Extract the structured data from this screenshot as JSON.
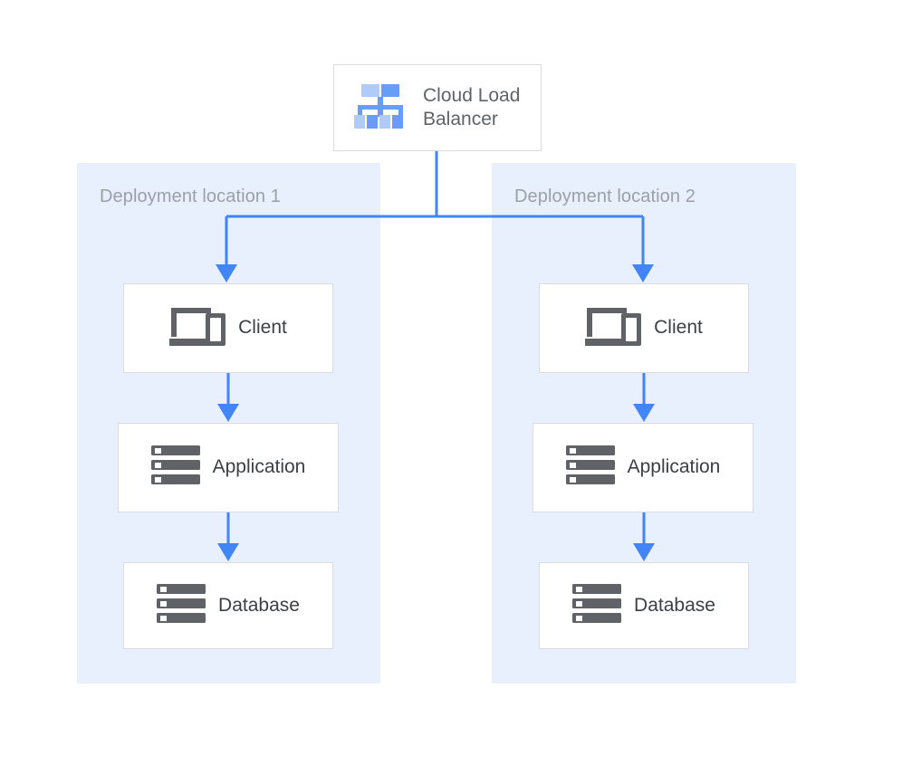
{
  "diagram": {
    "type": "architecture-flow",
    "title_text": "",
    "colors": {
      "arrow": "#4285f4",
      "zone_background": "#e8f0fe",
      "node_background": "#ffffff",
      "node_border": "#dadce0",
      "node_text": "#3c4043",
      "zone_label_text": "#9aa0a6",
      "icon_gray": "#5f6368",
      "icon_blue_dark": "#669df6",
      "icon_blue_light": "#aecbfa"
    }
  },
  "load_balancer": {
    "label": "Cloud Load\nBalancer",
    "icon": "cloud-load-balancer-icon"
  },
  "zones": [
    {
      "id": "zone-1",
      "label": "Deployment location 1",
      "nodes": [
        {
          "id": "client-1",
          "label": "Client",
          "icon": "client-devices-icon"
        },
        {
          "id": "application-1",
          "label": "Application",
          "icon": "server-stack-icon"
        },
        {
          "id": "database-1",
          "label": "Database",
          "icon": "server-stack-icon"
        }
      ]
    },
    {
      "id": "zone-2",
      "label": "Deployment location 2",
      "nodes": [
        {
          "id": "client-2",
          "label": "Client",
          "icon": "client-devices-icon"
        },
        {
          "id": "application-2",
          "label": "Application",
          "icon": "server-stack-icon"
        },
        {
          "id": "database-2",
          "label": "Database",
          "icon": "server-stack-icon"
        }
      ]
    }
  ],
  "connections": [
    {
      "from": "load-balancer",
      "to": "client-1",
      "style": "elbow-arrow"
    },
    {
      "from": "load-balancer",
      "to": "client-2",
      "style": "elbow-arrow"
    },
    {
      "from": "client-1",
      "to": "application-1",
      "style": "straight-arrow"
    },
    {
      "from": "application-1",
      "to": "database-1",
      "style": "straight-arrow"
    },
    {
      "from": "client-2",
      "to": "application-2",
      "style": "straight-arrow"
    },
    {
      "from": "application-2",
      "to": "database-2",
      "style": "straight-arrow"
    }
  ]
}
